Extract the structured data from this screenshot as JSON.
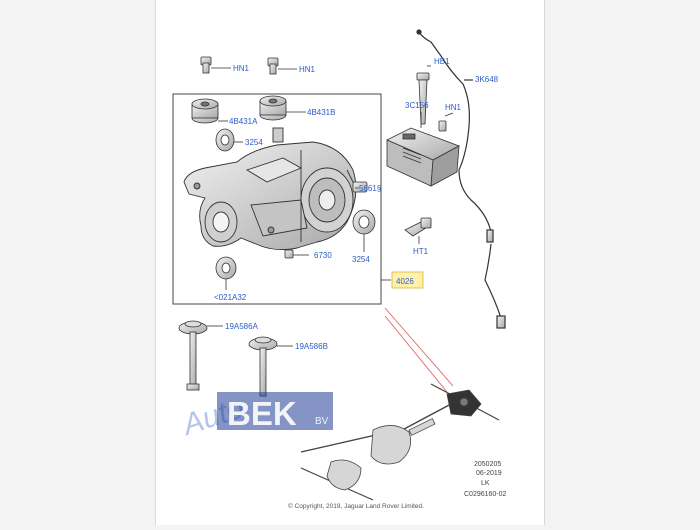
{
  "callouts": {
    "hn1_a": "HN1",
    "hn1_b": "HN1",
    "hb1": "HB1",
    "k3648": "3K648",
    "c156": "3C156",
    "hn1_c": "HN1",
    "b431a": "4B431A",
    "b431b": "4B431B",
    "p3254_a": "3254",
    "s5661": "5661§",
    "ht1": "HT1",
    "p6730": "6730",
    "p3254_b": "3254",
    "p4026": "4026",
    "a021a32": "<021A32",
    "a19a586a": "19A586A",
    "a19a586b": "19A586B"
  },
  "watermark": {
    "script": "Auto",
    "brand": "BEK",
    "suffix": "BV"
  },
  "footer": {
    "code1": "2050205",
    "code2": "06-2019",
    "code3": "LK",
    "code4": "C0296160-02",
    "copyright": "© Copyright, 2019, Jaguar Land Rover Limited."
  },
  "colors": {
    "callout_text": "#2a5cc8",
    "highlight_fill": "#fff2a8",
    "leader_red": "#e06666",
    "line": "#333333",
    "watermark_blue": "#1e3c96"
  }
}
